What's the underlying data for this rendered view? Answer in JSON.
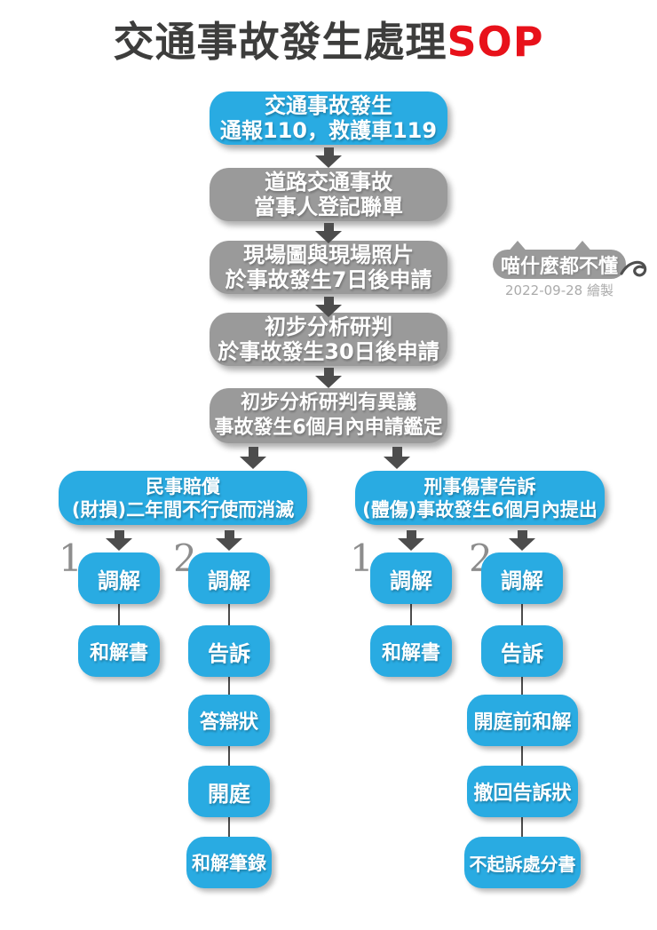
{
  "title": {
    "main": "交通事故發生處理",
    "highlight": "SOP"
  },
  "colors": {
    "box_blue": "#29abe2",
    "box_gray": "#9a9a9a",
    "arrow_dark": "#4d4d4d",
    "title_dark": "#3d3d3c",
    "highlight_red": "#e8111a",
    "number_gray": "#8d8d8d",
    "date_gray": "#ababab"
  },
  "main_flow": [
    {
      "style": "blue",
      "lines": [
        "交通事故發生",
        "通報110，救護車119"
      ]
    },
    {
      "style": "gray",
      "lines": [
        "道路交通事故",
        "當事人登記聯單"
      ]
    },
    {
      "style": "gray",
      "lines": [
        "現場圖與現場照片",
        "於事故發生7日後申請"
      ]
    },
    {
      "style": "gray",
      "lines": [
        "初步分析研判",
        "於事故發生30日後申請"
      ]
    },
    {
      "style": "gray",
      "lines": [
        "初步分析研判有異議",
        "事故發生6個月內申請鑑定"
      ]
    }
  ],
  "badge": {
    "label": "喵什麼都不懂",
    "date": "2022-09-28 繪製"
  },
  "branches": [
    {
      "header_lines": [
        "民事賠償",
        "(財損)二年間不行使而消滅"
      ],
      "paths": [
        {
          "number": "1",
          "steps": [
            "調解",
            "和解書"
          ]
        },
        {
          "number": "2",
          "steps": [
            "調解",
            "告訴",
            "答辯狀",
            "開庭",
            "和解筆錄"
          ]
        }
      ]
    },
    {
      "header_lines": [
        "刑事傷害告訴",
        "(體傷)事故發生6個月內提出"
      ],
      "paths": [
        {
          "number": "1",
          "steps": [
            "調解",
            "和解書"
          ]
        },
        {
          "number": "2",
          "steps": [
            "調解",
            "告訴",
            "開庭前和解",
            "撤回告訴狀",
            "不起訴處分書"
          ]
        }
      ]
    }
  ]
}
